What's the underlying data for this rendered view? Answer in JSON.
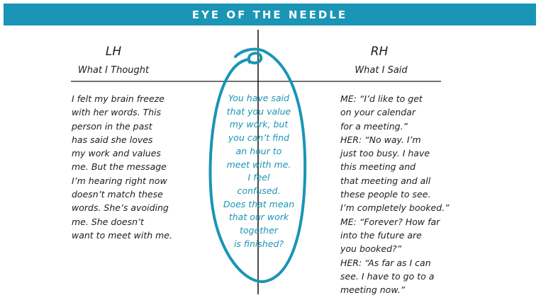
{
  "banner": {
    "title": "EYE OF THE NEEDLE"
  },
  "colors": {
    "accent": "#1a95b5",
    "ink": "#1c1c1c"
  },
  "left": {
    "title": "LH",
    "subtitle": "What I Thought",
    "lines": [
      "I felt my brain freeze",
      "with her words. This",
      "person in the past",
      "has said she loves",
      "my work and values",
      "me. But the message",
      "I’m hearing right now",
      "doesn’t match these",
      "words. She’s avoiding",
      "me. She doesn’t",
      "want to meet with me."
    ]
  },
  "right": {
    "title": "RH",
    "subtitle": "What I Said",
    "lines": [
      "ME: “I’d like to get",
      "on your calendar",
      "for a meeting.”",
      "HER: “No way. I’m",
      "just too busy. I have",
      "this meeting and",
      "that meeting and all",
      "these people to see.",
      "I’m completely booked.”",
      "ME: “Forever? How far",
      "into the future are",
      "you booked?”",
      "HER: “As far as I can",
      "see. I have to go to a",
      "meeting now.”"
    ]
  },
  "needle": {
    "lines": [
      "You have said",
      "that you value",
      "my work, but",
      "you can’t find",
      "an hour to",
      "meet with me.",
      "I feel",
      "confused.",
      "Does that mean",
      "that our work",
      "together",
      "is finished?"
    ]
  }
}
